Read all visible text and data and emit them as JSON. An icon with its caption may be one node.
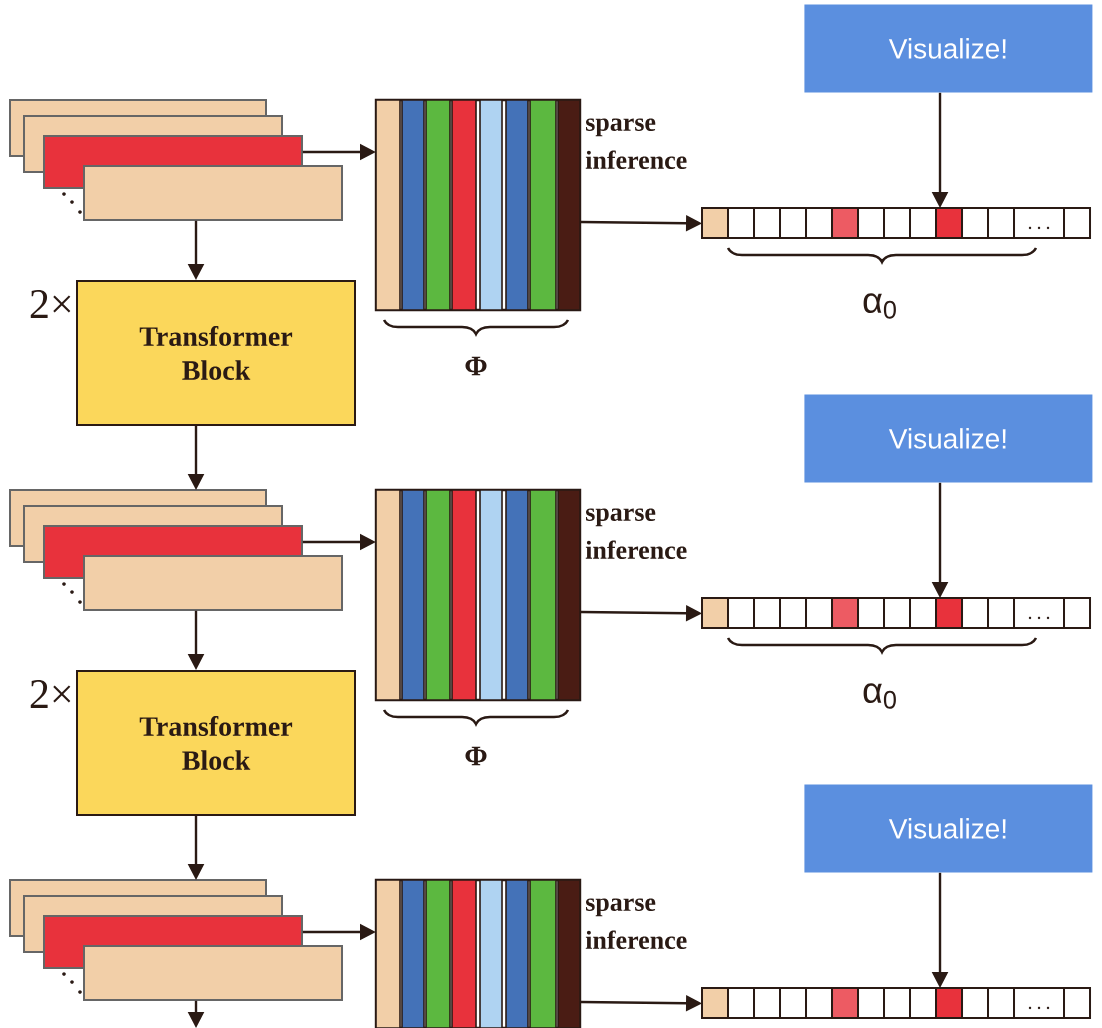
{
  "diagram": {
    "nodes": [
      {
        "text": [
          "Visualize!"
        ]
      },
      {
        "text": [],
        "shape": "box"
      },
      {
        "text": [],
        "shape": "box",
        "beside": [
          "Φ"
        ]
      },
      {
        "text": [],
        "shape": "bar",
        "beside": [
          "α$_{0}$"
        ]
      },
      {
        "text": [
          "Transformer Block"
        ],
        "beside": [
          "2×"
        ]
      },
      {
        "text": [
          "Visualize!"
        ]
      },
      {
        "text": [],
        "shape": "box"
      },
      {
        "text": [],
        "shape": "box",
        "beside": [
          "Φ"
        ]
      },
      {
        "text": [],
        "shape": "bar",
        "beside": [
          "α$_{0}$"
        ]
      },
      {
        "text": [
          "Transformer Block"
        ],
        "beside": [
          "2×"
        ]
      },
      {
        "text": [
          "Visualize!"
        ]
      },
      {
        "text": [],
        "shape": "box"
      },
      {
        "text": [],
        "shape": "box"
      },
      {
        "text": [],
        "shape": "bar"
      }
    ],
    "edges": [
      {
        "from": 1,
        "to": 2,
        "arrow": "to"
      },
      {
        "from": 2,
        "to": 3,
        "arrow": "to",
        "label": "sparse inference"
      },
      {
        "from": 0,
        "to": 3,
        "arrow": "to"
      },
      {
        "from": 1,
        "to": 4,
        "arrow": "to"
      },
      {
        "from": 4,
        "to": 6,
        "arrow": "to"
      },
      {
        "from": 6,
        "to": 7,
        "arrow": "to"
      },
      {
        "from": 7,
        "to": 8,
        "arrow": "to",
        "label": "sparse inference"
      },
      {
        "from": 5,
        "to": 8,
        "arrow": "to"
      },
      {
        "from": 6,
        "to": 9,
        "arrow": "to"
      },
      {
        "from": 9,
        "to": 11,
        "arrow": "to"
      },
      {
        "from": 11,
        "to": 12,
        "arrow": "to"
      },
      {
        "from": 12,
        "to": 13,
        "arrow": "to",
        "label": "sparse inference"
      },
      {
        "from": 10,
        "to": 13,
        "arrow": "to"
      },
      {
        "from": 11,
        "to": null,
        "arrow": "to"
      }
    ]
  }
}
